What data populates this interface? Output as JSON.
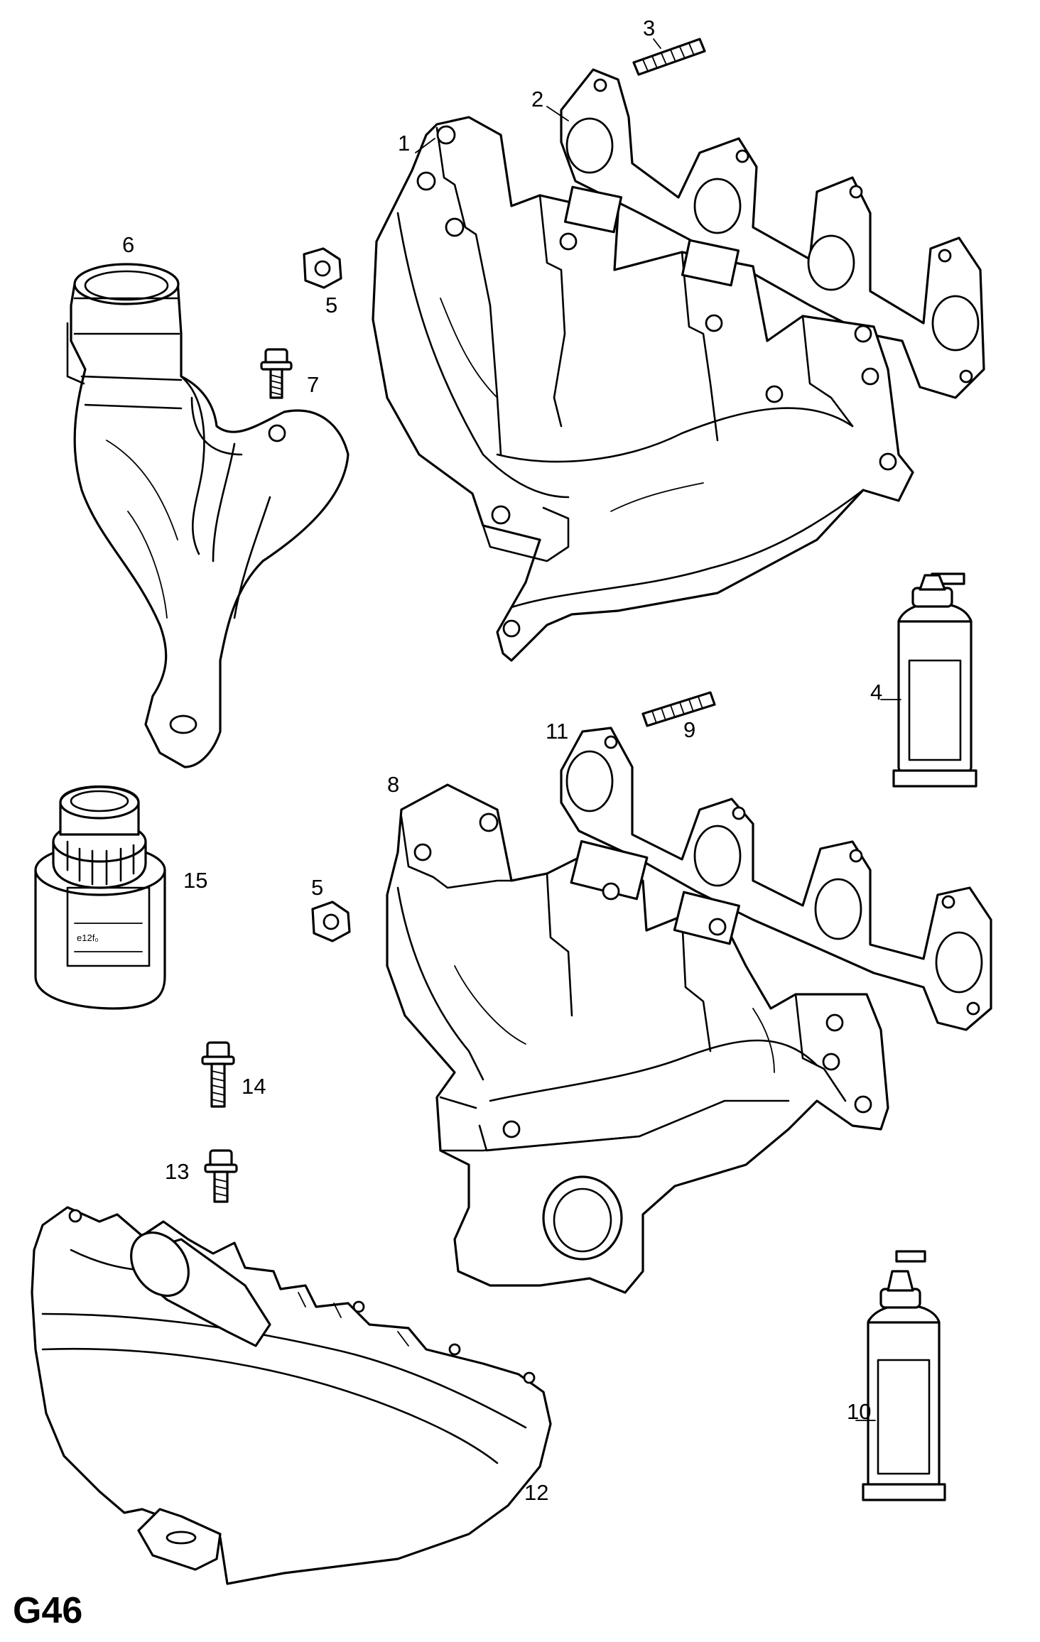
{
  "diagram": {
    "code": "G46",
    "labels": {
      "p1": "1",
      "p2": "2",
      "p3": "3",
      "p4": "4",
      "p5a": "5",
      "p5b": "5",
      "p6": "6",
      "p7": "7",
      "p8": "8",
      "p9": "9",
      "p10": "10",
      "p11": "11",
      "p12": "12",
      "p13": "13",
      "p14": "14",
      "p15": "15"
    },
    "can_marking": "e12f₀"
  }
}
